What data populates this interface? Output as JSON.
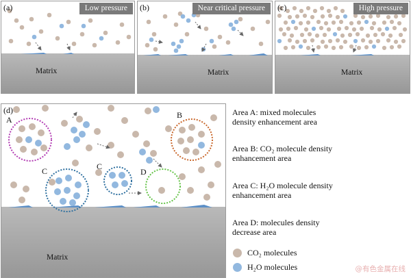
{
  "panels": [
    {
      "label": "(a)",
      "title": "Low pressure",
      "matrix": "Matrix"
    },
    {
      "label": "(b)",
      "title": "Near critical pressure",
      "matrix": "Matrix"
    },
    {
      "label": "(c)",
      "title": "High pressure",
      "matrix": "Matrix"
    },
    {
      "label": "(d)",
      "matrix": "Matrix"
    }
  ],
  "areas": {
    "a": "A",
    "b": "B",
    "c1": "C",
    "c2": "C",
    "d": "D"
  },
  "descriptions": {
    "a": [
      "Area A: mixed molecules",
      "density enhancement area"
    ],
    "b": [
      "Area B: CO₂ molecule density",
      "enhancement area"
    ],
    "c": [
      "Area C: H₂O molecule density",
      "enhancement area"
    ],
    "d": [
      "Area D: molecules density",
      "decrease area"
    ]
  },
  "legend": {
    "co2": "CO₂ molecules",
    "h2o": "H₂O molecules"
  },
  "colors": {
    "co2": "#c9b8ab",
    "h2o": "#92b8df",
    "matrix": "#a3a3a3",
    "area_a": "#b23bb3",
    "area_b": "#c9672b",
    "area_c": "#2d6f9f",
    "area_d": "#65c348"
  },
  "watermark": "@有色金属在线"
}
